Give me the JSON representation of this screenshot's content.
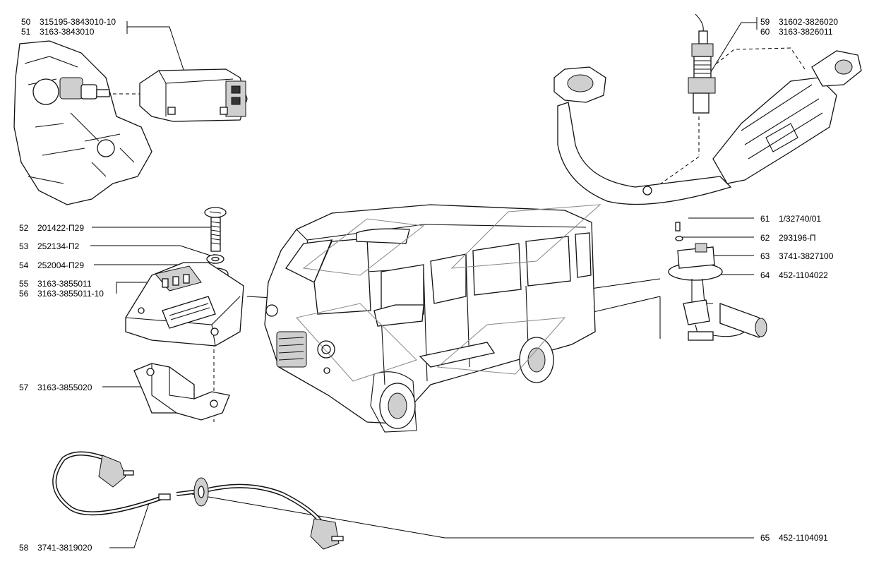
{
  "parts": [
    {
      "num": "50",
      "code": "315195-3843010-10"
    },
    {
      "num": "51",
      "code": "3163-3843010"
    },
    {
      "num": "52",
      "code": "201422-П29"
    },
    {
      "num": "53",
      "code": "252134-П2"
    },
    {
      "num": "54",
      "code": "252004-П29"
    },
    {
      "num": "55",
      "code": "3163-3855011"
    },
    {
      "num": "56",
      "code": "3163-3855011-10"
    },
    {
      "num": "57",
      "code": "3163-3855020"
    },
    {
      "num": "58",
      "code": "3741-3819020"
    },
    {
      "num": "59",
      "code": "31602-3826020"
    },
    {
      "num": "60",
      "code": "3163-3826011"
    },
    {
      "num": "61",
      "code": "1/32740/01"
    },
    {
      "num": "62",
      "code": "293196-П"
    },
    {
      "num": "63",
      "code": "3741-3827100"
    },
    {
      "num": "64",
      "code": "452-1104022"
    },
    {
      "num": "65",
      "code": "452-1104091"
    }
  ]
}
